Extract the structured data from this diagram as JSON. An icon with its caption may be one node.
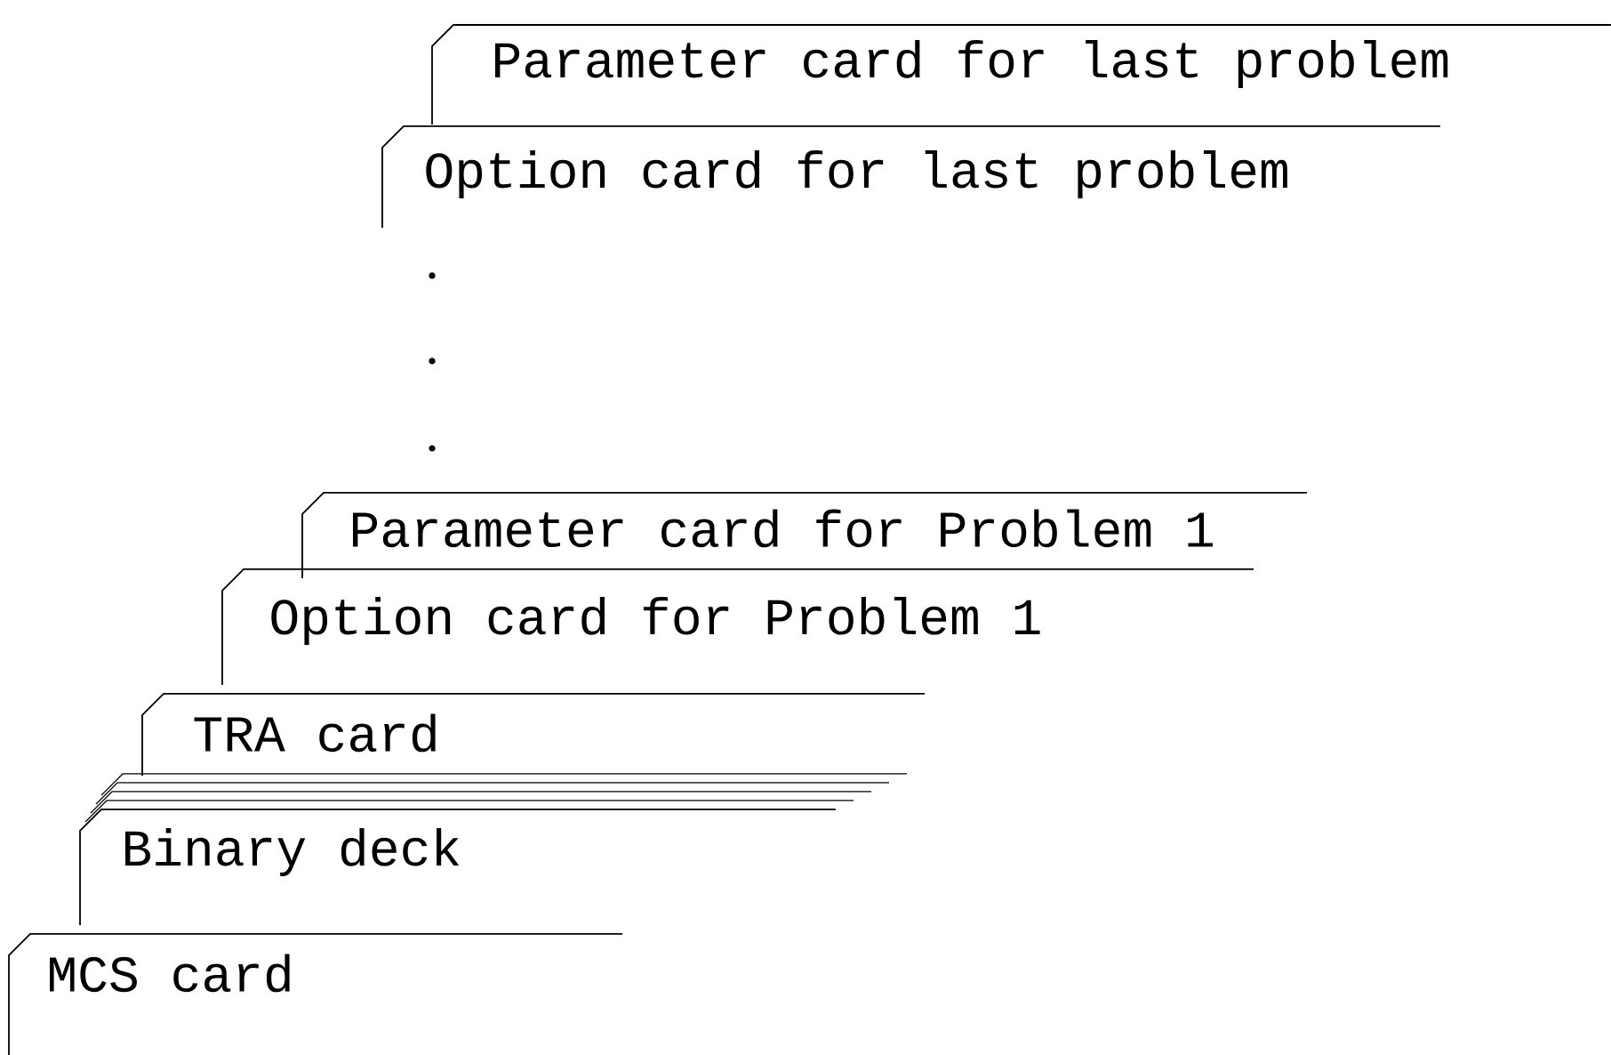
{
  "diagram": {
    "nodes": [
      {
        "text": [
          "Parameter card for last problem"
        ]
      },
      {
        "text": [
          "Option card for last problem"
        ]
      },
      {
        "text": [
          "Parameter card for Problem 1"
        ]
      },
      {
        "text": [
          "Option card for Problem 1"
        ]
      },
      {
        "text": [
          "TRA card"
        ]
      },
      {
        "text": [
          "Binary deck"
        ]
      },
      {
        "text": [
          "MCS card"
        ]
      }
    ]
  }
}
